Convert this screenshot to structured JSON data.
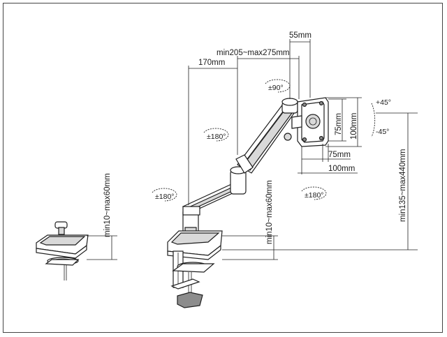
{
  "dimensions": {
    "plate_offset": "55mm",
    "arm_reach": "min205~max275mm",
    "arm_segment": "170mm",
    "vesa_75_vertical": "75mm",
    "vesa_100_vertical": "100mm",
    "vesa_75_horizontal": "75mm",
    "vesa_100_horizontal": "100mm",
    "total_height": "min135~max440mm",
    "clamp_thickness": "min10~max60mm",
    "grommet_thickness": "min10~max60mm"
  },
  "rotations": {
    "screen_rotation": "±90°",
    "upper_joint": "±180°",
    "base_joint": "±180°",
    "head_swivel": "±180°",
    "tilt_up": "+45°",
    "tilt_down": "-45°"
  }
}
